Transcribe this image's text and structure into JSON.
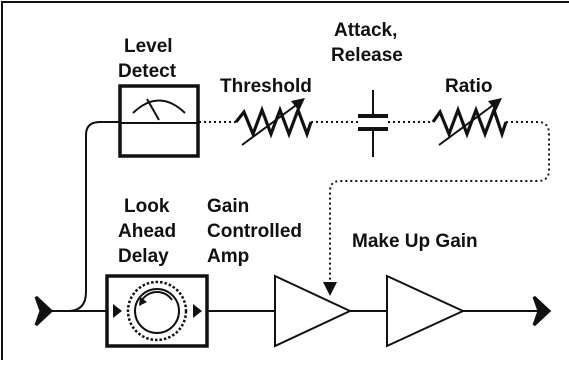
{
  "labels": {
    "level_detect": [
      "Level",
      "Detect"
    ],
    "threshold": "Threshold",
    "attack_release": [
      "Attack,",
      "Release"
    ],
    "ratio": "Ratio",
    "look_ahead_delay": [
      "Look",
      "Ahead",
      "Delay"
    ],
    "gain_controlled_amp": [
      "Gain",
      "Controlled",
      "Amp"
    ],
    "make_up_gain": "Make Up Gain"
  },
  "colors": {
    "ink": "#111111",
    "background": "#ffffff"
  }
}
